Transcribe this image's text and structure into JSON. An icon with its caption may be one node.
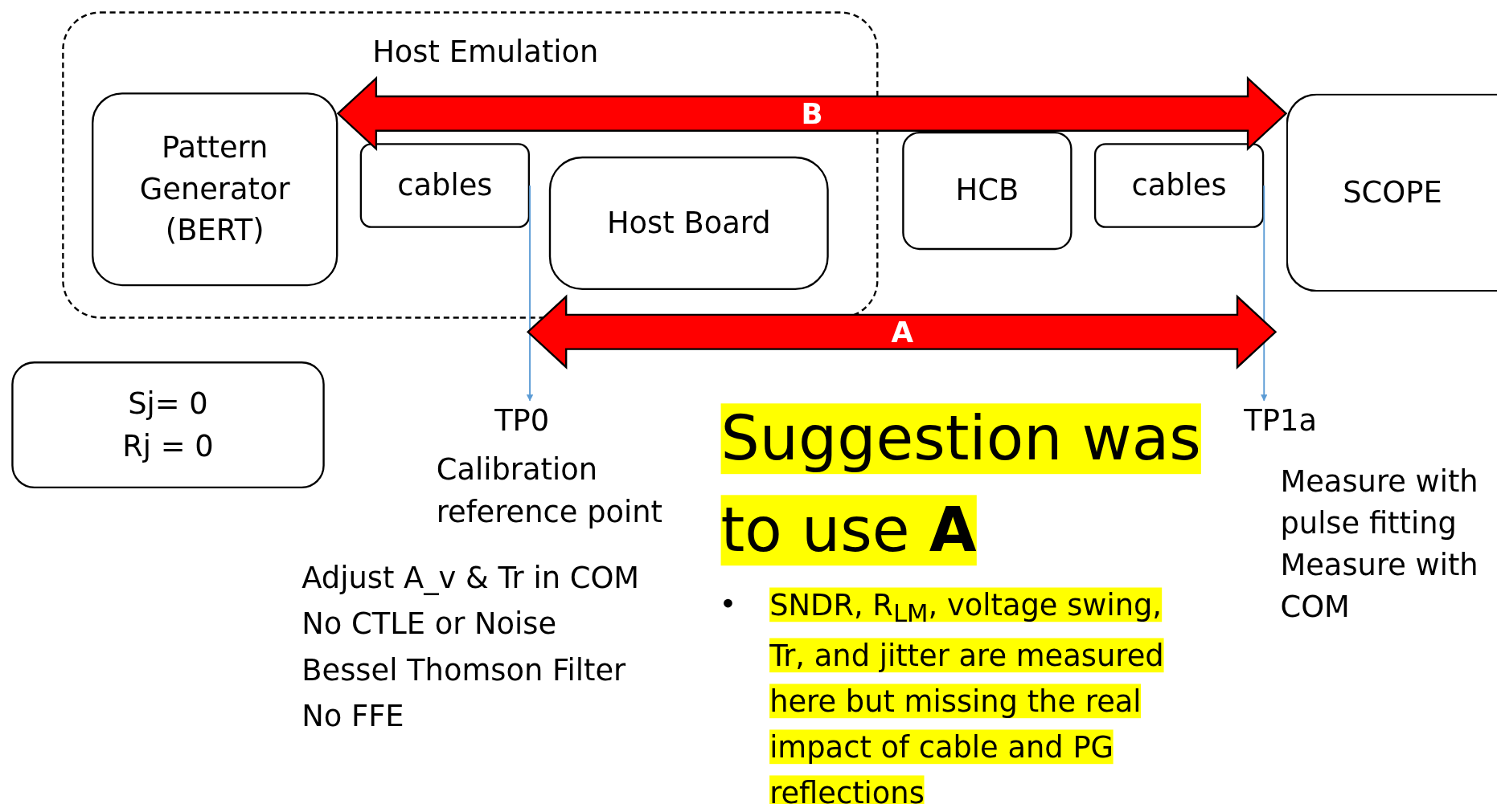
{
  "diagram": {
    "nodes": [
      {
        "text": [
          "Host Emulation"
        ]
      },
      {
        "text": [
          "Pattern Generator (BERT)"
        ],
        "in": 0
      },
      {
        "text": [
          "cables"
        ],
        "in": 0
      },
      {
        "text": [
          "Host Board"
        ],
        "in": 0
      },
      {
        "text": [
          "HCB"
        ]
      },
      {
        "text": [
          "cables"
        ]
      },
      {
        "text": [
          "SCOPE"
        ]
      },
      {
        "text": [
          "Sj= 0 Rj = 0"
        ]
      },
      {
        "text": [
          "TP0"
        ],
        "beside": [
          "Calibration reference point"
        ]
      },
      {
        "text": [
          "TP1a"
        ],
        "beside": [
          "Measure with pulse fitting",
          "Measure with COM"
        ]
      }
    ],
    "edges": [
      {
        "from": 1,
        "to": 6,
        "arrow": "both",
        "label": "B",
        "style": "thick",
        "color": "#ff0000"
      },
      {
        "from": 2,
        "to": 8,
        "arrow": "to",
        "color": "#5b9bd5"
      },
      {
        "from": 5,
        "to": 9,
        "arrow": "to",
        "color": "#5b9bd5"
      }
    ],
    "labels": [
      "A",
      "Adjust A_v & Tr in COM",
      "No CTLE or Noise",
      "Bessel Thomson Filter",
      "No FFE",
      "Suggestion was to use **A**",
      "SNDR, R$_{LM}$, voltage swing, Tr, and jitter are measured here but missing the real impact of  cable and PG reflections"
    ]
  }
}
